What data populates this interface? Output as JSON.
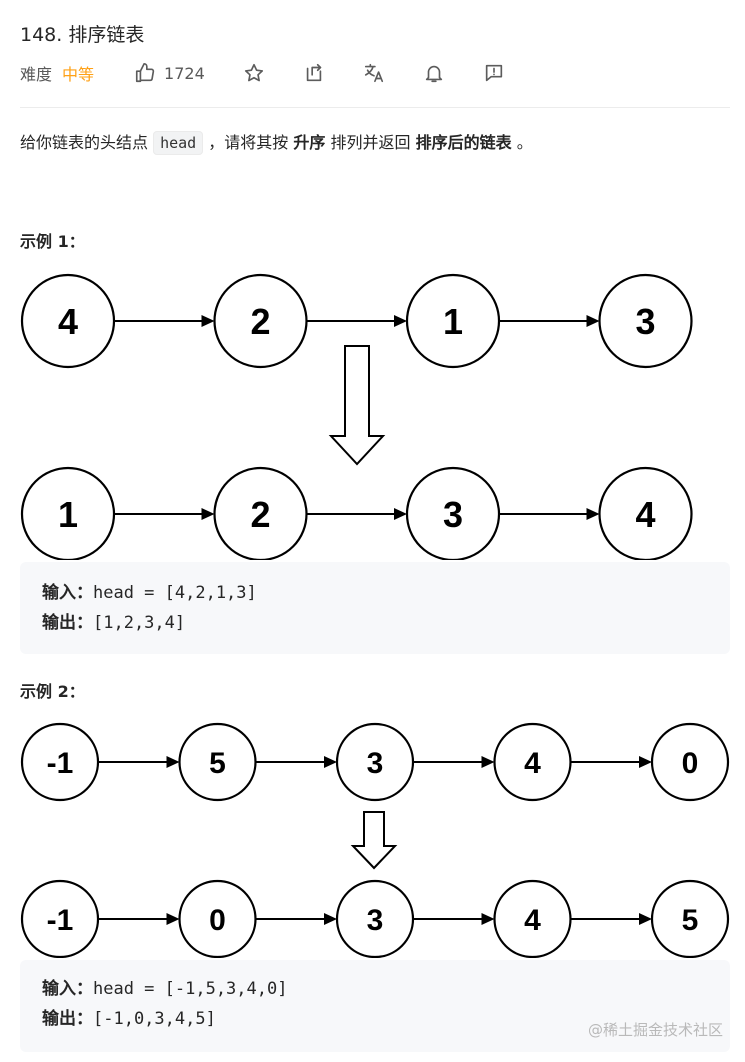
{
  "problem": {
    "title": "148. 排序链表",
    "difficulty_label": "难度",
    "difficulty": "中等",
    "difficulty_color": "#ffa116",
    "likes": "1724",
    "icons": [
      "thumbs-up-icon",
      "star-icon",
      "share-icon",
      "translate-icon",
      "bell-icon",
      "feedback-icon"
    ]
  },
  "description": {
    "part1": "给你链表的头结点 ",
    "code": "head",
    "part2": " ，请将其按 ",
    "bold1": "升序",
    "part3": " 排列并返回 ",
    "bold2": "排序后的链表",
    "part4": " 。"
  },
  "examples": [
    {
      "title": "示例 1：",
      "input_nodes": [
        "4",
        "2",
        "1",
        "3"
      ],
      "output_nodes": [
        "1",
        "2",
        "3",
        "4"
      ],
      "input_label": "输入：",
      "input_text": "head = [4,2,1,3]",
      "output_label": "输出：",
      "output_text": "[1,2,3,4]"
    },
    {
      "title": "示例 2：",
      "input_nodes": [
        "-1",
        "5",
        "3",
        "4",
        "0"
      ],
      "output_nodes": [
        "-1",
        "0",
        "3",
        "4",
        "5"
      ],
      "input_label": "输入：",
      "input_text": "head = [-1,5,3,4,0]",
      "output_label": "输出：",
      "output_text": "[-1,0,3,4,5]"
    }
  ],
  "watermark": "@稀土掘金技术社区"
}
